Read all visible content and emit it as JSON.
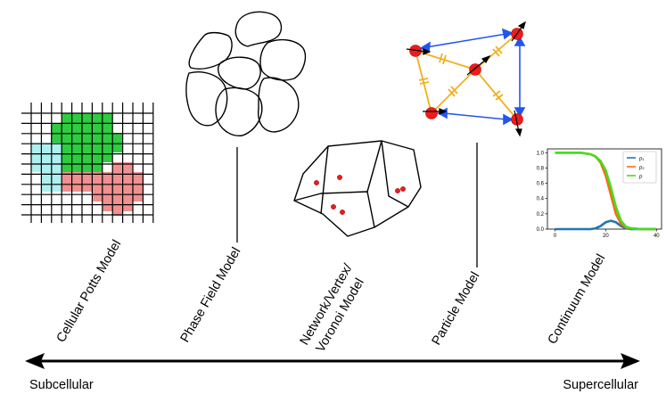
{
  "models": [
    {
      "label": "Cellular Potts Model"
    },
    {
      "label": "Phase Field Model"
    },
    {
      "label_line1": "Network/Vertex/",
      "label_line2": "Voronoi Model"
    },
    {
      "label": "Particle Model"
    },
    {
      "label": "Continuum Model"
    }
  ],
  "scale": {
    "left": "Subcellular",
    "right": "Supercellular"
  },
  "colors": {
    "potts_green": "#2ecc40",
    "potts_cyan": "#aef0f0",
    "potts_pink": "#f09090",
    "particle_red": "#ee1c1c",
    "spring_orange": "#f0b020",
    "arrow_blue": "#2255ee",
    "curve_blue": "#1f77b4",
    "curve_orange": "#ff6a13",
    "curve_green": "#44dd22"
  },
  "chart_data": {
    "type": "line",
    "x": [
      0,
      5,
      10,
      14,
      16,
      18,
      20,
      22,
      24,
      26,
      28,
      30,
      34,
      40
    ],
    "xticks": [
      "0",
      "20",
      "40"
    ],
    "yticks": [
      "0.0",
      "0.2",
      "0.4",
      "0.6",
      "0.8",
      "1.0"
    ],
    "xlim": [
      -3,
      42
    ],
    "ylim": [
      0,
      1.05
    ],
    "series": [
      {
        "name": "ρ₁",
        "color": "#1f77b4",
        "values": [
          0,
          0,
          0,
          0,
          0.01,
          0.04,
          0.09,
          0.11,
          0.09,
          0.04,
          0.01,
          0,
          0,
          0
        ]
      },
      {
        "name": "ρ₂",
        "color": "#ff6a13",
        "values": [
          1,
          1,
          1,
          0.98,
          0.95,
          0.87,
          0.7,
          0.45,
          0.2,
          0.07,
          0.02,
          0.01,
          0,
          0
        ]
      },
      {
        "name": "ρ",
        "color": "#44dd22",
        "values": [
          1,
          1,
          1,
          0.98,
          0.95,
          0.89,
          0.77,
          0.55,
          0.29,
          0.11,
          0.03,
          0.01,
          0,
          0
        ]
      }
    ]
  }
}
